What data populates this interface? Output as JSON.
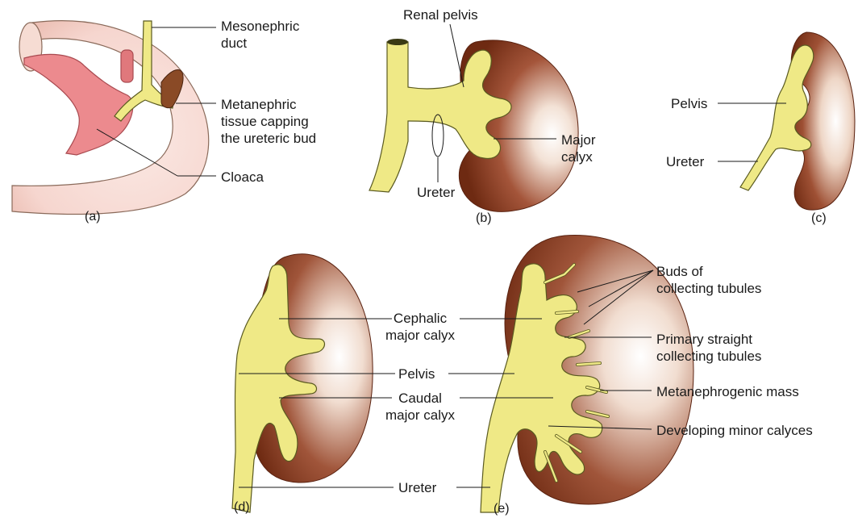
{
  "colors": {
    "tube_fill": "#efe986",
    "tube_stroke": "#5a5a20",
    "kidney_dark": "#7a2e14",
    "kidney_light": "#ffffff",
    "cloaca_pink": "#ec8a8e",
    "tissue_brown": "#8a4a26",
    "line": "#1a1a1a"
  },
  "panels": {
    "a": {
      "caption": "(a)",
      "labels": {
        "mesonephric_duct": "Mesonephric\nduct",
        "metanephric_tissue": "Metanephric\ntissue capping\nthe ureteric bud",
        "cloaca": "Cloaca"
      }
    },
    "b": {
      "caption": "(b)",
      "labels": {
        "renal_pelvis": "Renal pelvis",
        "major_calyx": "Major\ncalyx",
        "ureter": "Ureter"
      }
    },
    "c": {
      "caption": "(c)",
      "labels": {
        "pelvis": "Pelvis",
        "ureter": "Ureter"
      }
    },
    "d": {
      "caption": "(d)"
    },
    "e": {
      "caption": "(e)",
      "labels": {
        "buds": "Buds of\ncollecting tubules",
        "primary": "Primary straight\ncollecting tubules",
        "metanephrogenic": "Metanephrogenic mass",
        "minor_calyces": "Developing minor calyces"
      }
    },
    "de_shared": {
      "labels": {
        "cephalic": "Cephalic\nmajor calyx",
        "pelvis": "Pelvis",
        "caudal": "Caudal\nmajor calyx",
        "ureter": "Ureter"
      }
    }
  }
}
